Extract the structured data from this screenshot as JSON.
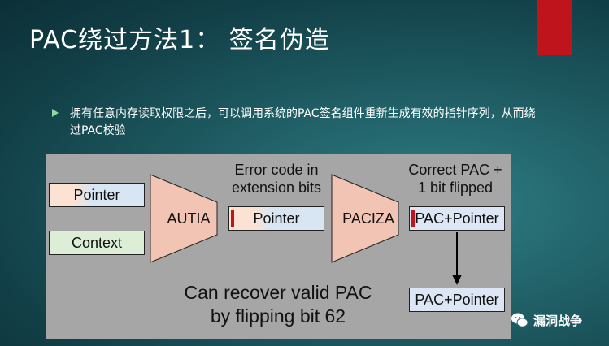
{
  "slide": {
    "title": "PAC绕过方法1： 签名伪造",
    "bullet_text": "拥有任意内存读取权限之后，可以调用系统的PAC签名组件重新生成有效的指针序列，从而绕过PAC校验"
  },
  "diagram": {
    "input_pointer": "Pointer",
    "input_context": "Context",
    "autia": "AUTIA",
    "error_label": "Error code in extension bits",
    "mid_pointer": "Pointer",
    "paciza": "PACIZA",
    "correct_label": "Correct PAC + 1 bit flipped",
    "pac_pointer_1": "PAC+Pointer",
    "pac_pointer_2": "PAC+Pointer",
    "recover_line1": "Can recover valid PAC",
    "recover_line2": "by flipping bit 62"
  },
  "watermark": {
    "text": "漏洞战争",
    "icon": "wechat-icon"
  },
  "colors": {
    "accent_red": "#c0141c",
    "funnel_fill": "#f2c4b4",
    "panel_gray": "#a6a6a6"
  }
}
